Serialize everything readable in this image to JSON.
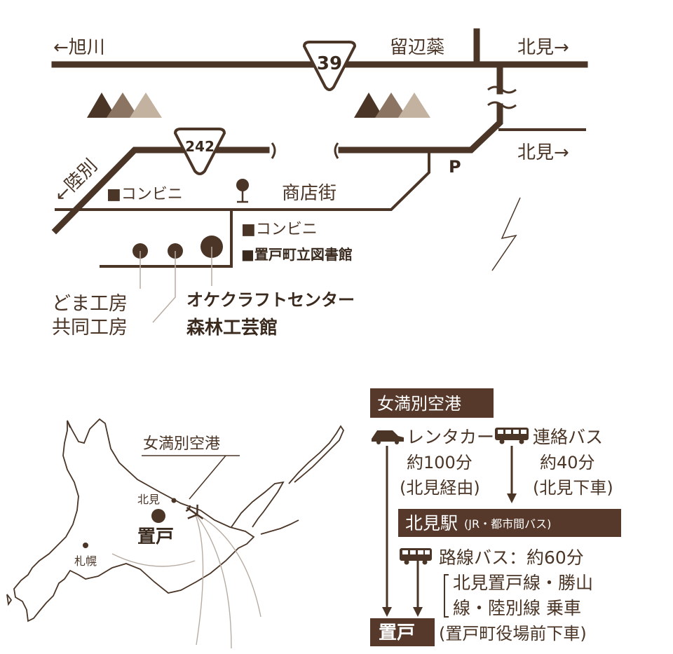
{
  "colors": {
    "brown": "#4a3526",
    "dark_brown": "#3a2a1e",
    "box": "#56392a",
    "mountain_dark": "#4a3526",
    "mountain_mid": "#8c7462",
    "mountain_light": "#c4b2a0",
    "thin_line": "#b8aca2"
  },
  "map": {
    "asahikawa": "←旭川",
    "rubeshibe": "留辺蘂",
    "kitami_top": "北見→",
    "kitami_mid": "北見→",
    "route_39": "39",
    "route_242": "242",
    "rikubetsu": "←陸別",
    "conbini_1": "■コンビニ",
    "conbini_2": "■コンビニ",
    "library": "■置戸町立図書館",
    "shotengai": "商店街",
    "parking": "P",
    "doma": "どま工房",
    "kyodo": "共同工房",
    "oke_center": "オケクラフトセンター",
    "shinrin": "森林工芸館"
  },
  "hokkaido": {
    "airport_label": "女満別空港",
    "kitami": "北見",
    "oketo": "置戸",
    "sapporo": "札幌"
  },
  "access": {
    "airport": "女満別空港",
    "rentacar": "レンタカー",
    "rentacar_time": "約100分",
    "rentacar_via": "(北見経由)",
    "bus": "連絡バス",
    "bus_time": "約40分",
    "bus_stop": "(北見下車)",
    "station_main": "北見駅",
    "station_sub": "(JR・都市間バス)",
    "route_bus": "路線バス：約60分",
    "lines_1": "北見置戸線・勝山",
    "lines_2": "線・陸別線 乗車",
    "dest": "置戸",
    "dest_sub": "(置戸町役場前下車)"
  }
}
